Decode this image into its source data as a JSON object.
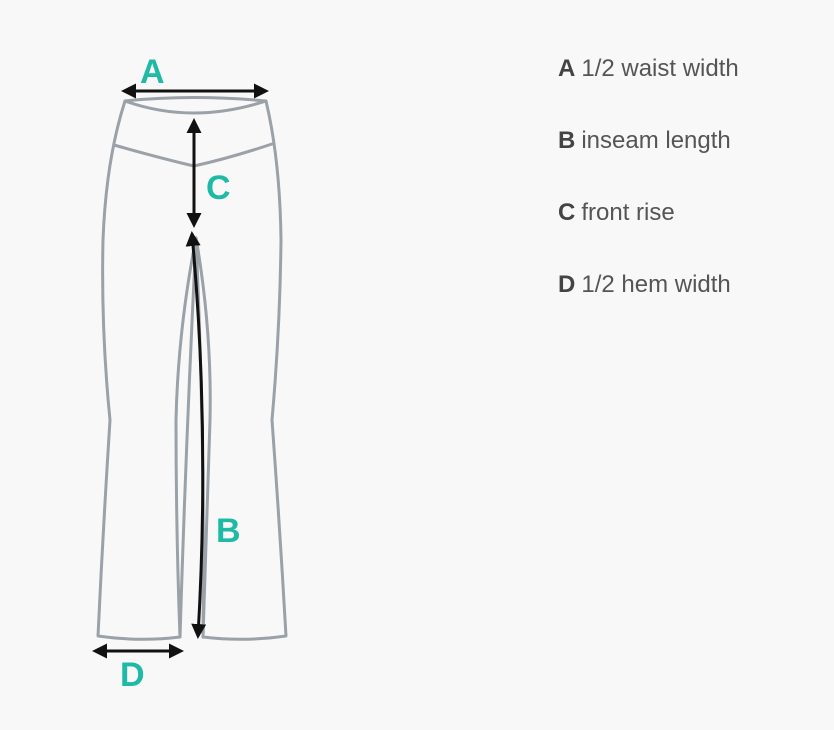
{
  "diagram": {
    "subject": "pants size guide",
    "accent_color": "#1fbaa6",
    "outline_color": "#9aa1a8",
    "arrow_color": "#111111",
    "labels": {
      "A": "A",
      "B": "B",
      "C": "C",
      "D": "D"
    }
  },
  "legend": {
    "items": [
      {
        "key": "A",
        "text": "1/2 waist width"
      },
      {
        "key": "B",
        "text": "inseam length"
      },
      {
        "key": "C",
        "text": "front rise"
      },
      {
        "key": "D",
        "text": "1/2 hem width"
      }
    ]
  }
}
